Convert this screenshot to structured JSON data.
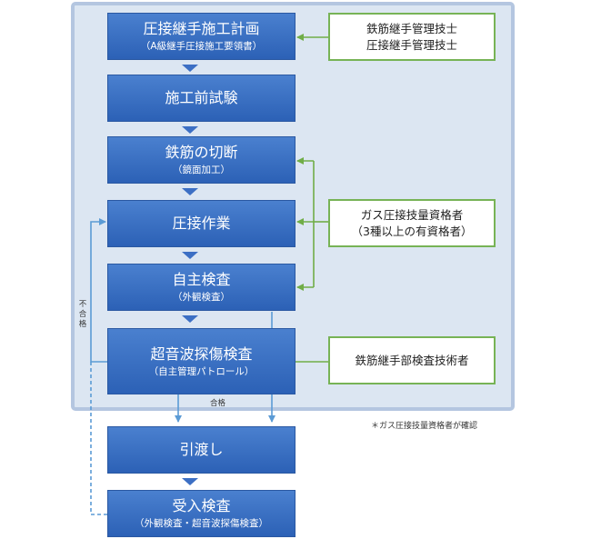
{
  "steps": [
    {
      "main": "圧接継手施工計画",
      "sub": "（A級継手圧接施工要領書）"
    },
    {
      "main": "施工前試験",
      "sub": ""
    },
    {
      "main": "鉄筋の切断",
      "sub": "（鏡面加工）"
    },
    {
      "main": "圧接作業",
      "sub": ""
    },
    {
      "main": "自主検査",
      "sub": "（外観検査）"
    },
    {
      "main": "超音波探傷検査",
      "sub": "（自主管理パトロール）"
    },
    {
      "main": "引渡し",
      "sub": ""
    },
    {
      "main": "受入検査",
      "sub": "（外観検査・超音波探傷検査）"
    }
  ],
  "roles": [
    {
      "line1": "鉄筋継手管理技士",
      "line2": "圧接継手管理技士"
    },
    {
      "line1": "ガス圧接技量資格者",
      "line2": "（3種以上の有資格者）"
    },
    {
      "line1": "鉄筋継手部検査技術者",
      "line2": ""
    }
  ],
  "labels": {
    "fail": "不合格",
    "pass": "合格",
    "note": "＊ガス圧接技量資格者が確認"
  },
  "colors": {
    "step_fill": "#2f65b8",
    "panel_fill": "#dce6f2",
    "role_border": "#77b356",
    "flow_arrow": "#5b9bd5",
    "role_arrow": "#70ad47"
  }
}
